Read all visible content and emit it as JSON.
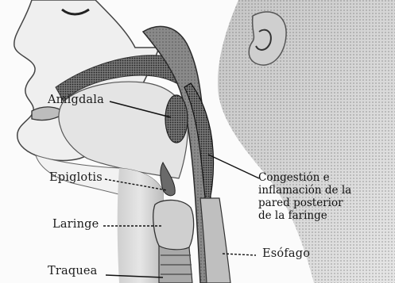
{
  "labels": {
    "amigdala": "Amigdala",
    "epiglotis": "Epiglotis",
    "laringe": "Laringe",
    "traquea": "Traquea",
    "esofago": "Esófago"
  },
  "annotation": {
    "lines": [
      "Congestión e",
      "inflamación de la",
      "pared posterior",
      "de la faringe"
    ]
  },
  "colors": {
    "ink": "#1a1a1a",
    "skin_shade": "#d9d9d9",
    "tissue_dark": "#6a6a6a",
    "background": "#fbfbfb"
  }
}
